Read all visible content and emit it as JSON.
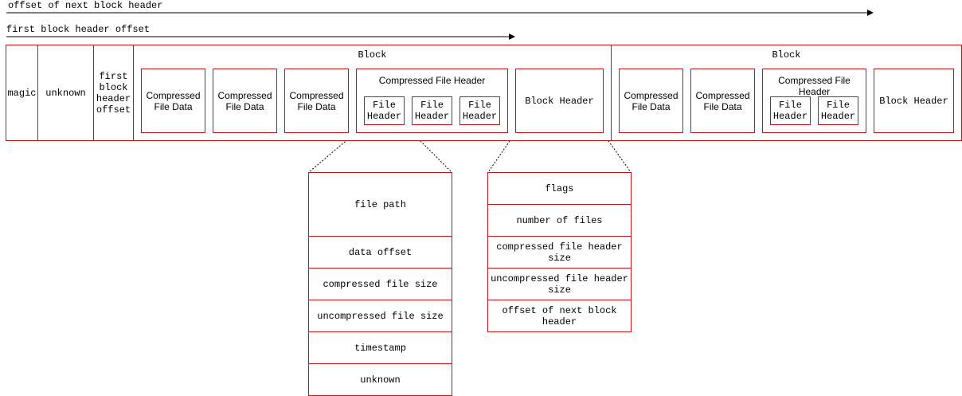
{
  "arrows": {
    "next_block_offset": "offset of next block header",
    "first_block_offset": "first block header offset"
  },
  "file_cells": {
    "magic": "magic",
    "unknown": "unknown",
    "first_block_header_offset": "first\nblock\nheader\noffset"
  },
  "block_title": "Block",
  "compressed_file_data": "Compressed\nFile Data",
  "compressed_file_header": "Compressed File Header",
  "file_header": "File\nHeader",
  "block_header": "Block Header",
  "file_header_fields": [
    "file path",
    "data offset",
    "compressed file size",
    "uncompressed file size",
    "timestamp",
    "unknown"
  ],
  "block_header_fields": [
    "flags",
    "number of files",
    "compressed file header size",
    "uncompressed file header size",
    "offset of next block header"
  ],
  "colors": {
    "border": "#c4141b",
    "line": "#000000"
  }
}
